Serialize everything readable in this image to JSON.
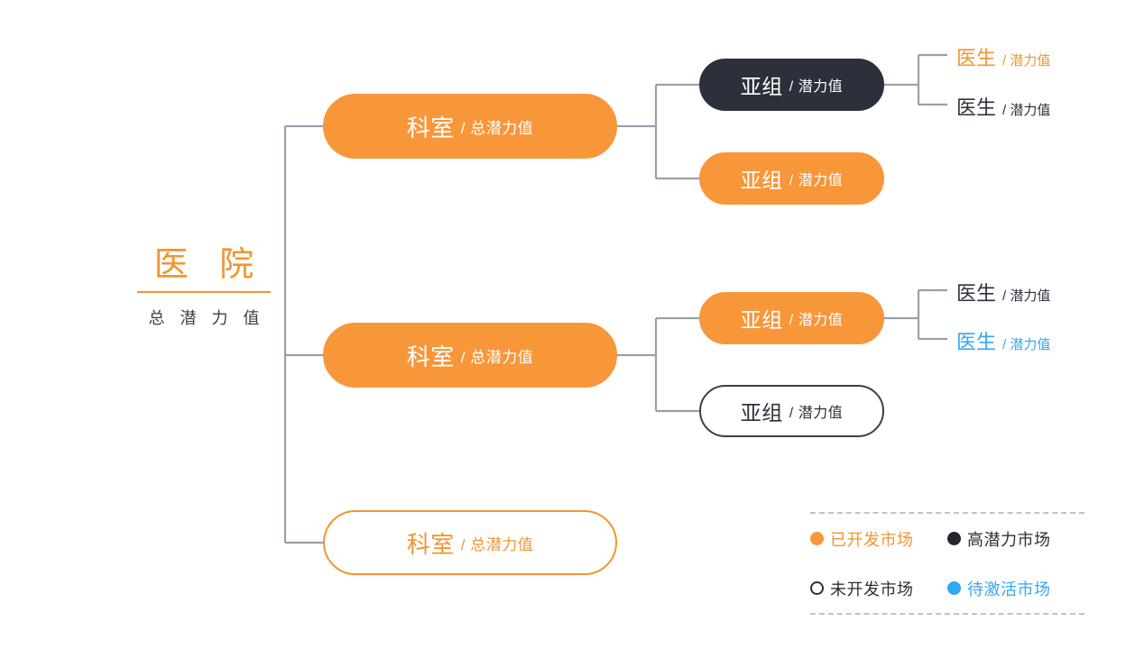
{
  "root": {
    "title": "医 院",
    "subtitle": "总 潜 力 值"
  },
  "departments": [
    {
      "name": "科室",
      "metric": "/ 总潜力值",
      "style": "developed-market",
      "subgroups": [
        {
          "name": "亚组",
          "metric": "/ 潜力值",
          "style": "high-potential-market",
          "doctors": [
            {
              "name": "医生",
              "metric": "/ 潜力值",
              "style": "developed-market"
            },
            {
              "name": "医生",
              "metric": "/ 潜力值",
              "style": "high-potential-market"
            }
          ]
        },
        {
          "name": "亚组",
          "metric": "/ 潜力值",
          "style": "developed-market",
          "doctors": []
        }
      ]
    },
    {
      "name": "科室",
      "metric": "/ 总潜力值",
      "style": "developed-market",
      "subgroups": [
        {
          "name": "亚组",
          "metric": "/ 潜力值",
          "style": "developed-market",
          "doctors": [
            {
              "name": "医生",
              "metric": "/ 潜力值",
              "style": "high-potential-market"
            },
            {
              "name": "医生",
              "metric": "/ 潜力值",
              "style": "to-be-activated-market"
            }
          ]
        },
        {
          "name": "亚组",
          "metric": "/ 潜力值",
          "style": "undeveloped-market",
          "doctors": []
        }
      ]
    },
    {
      "name": "科室",
      "metric": "/ 总潜力值",
      "style": "undeveloped-market",
      "subgroups": []
    }
  ],
  "legend": {
    "items": [
      {
        "marker": "filled-circle-orange",
        "label": "已开发市场",
        "color": "#F8963A"
      },
      {
        "marker": "filled-circle-dark",
        "label": "高潜力市场",
        "color": "#22262F"
      },
      {
        "marker": "hollow-circle",
        "label": "未开发市场",
        "color": "#2B303B"
      },
      {
        "marker": "filled-circle-blue",
        "label": "待激活市场",
        "color": "#32A8F0"
      }
    ]
  },
  "palette": {
    "orange": "#F2952F",
    "orange_fill": "#F8963A",
    "dark": "#2B303B",
    "blue": "#32A8F0",
    "connector": "#9AA0A6",
    "legend_border": "#BFC3C9"
  }
}
